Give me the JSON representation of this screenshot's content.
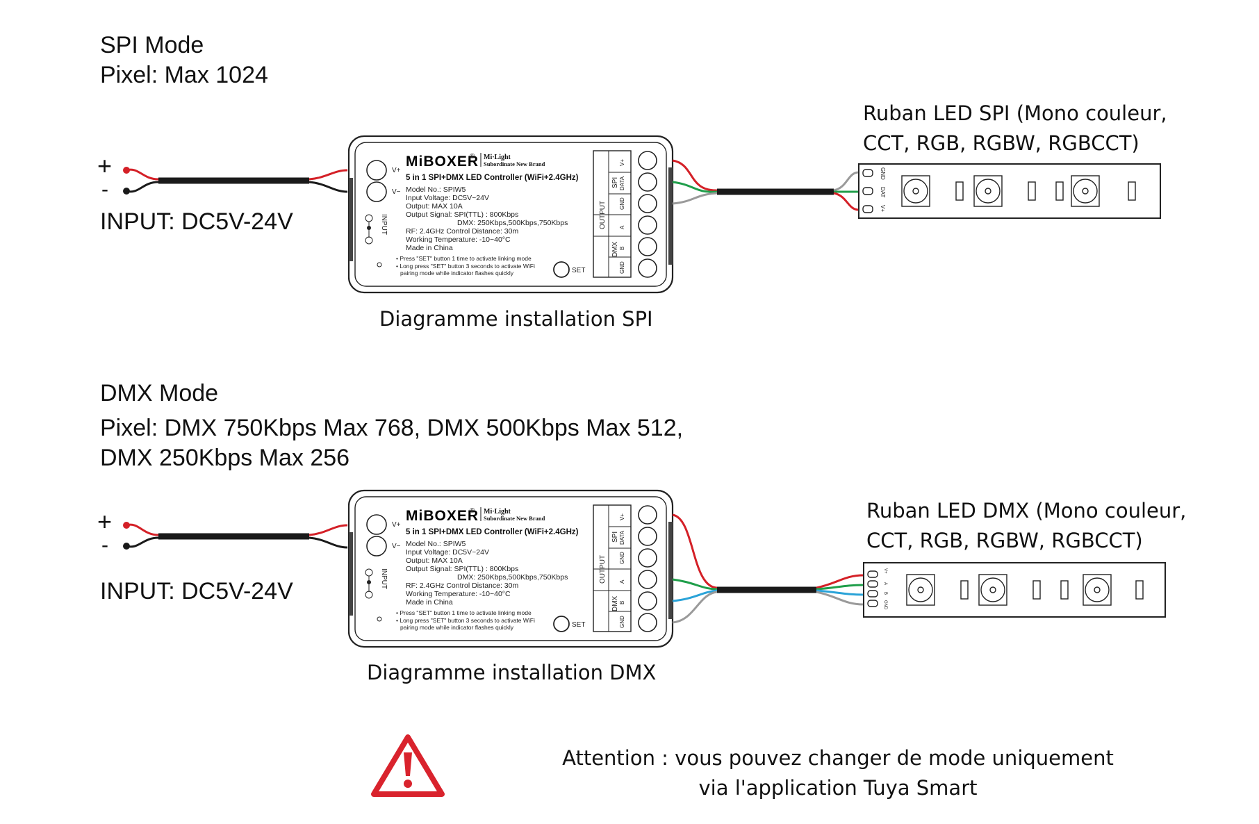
{
  "spi_section": {
    "mode": "SPI Mode",
    "pixel": "Pixel: Max 1024",
    "input": "INPUT: DC5V-24V",
    "plus": "+",
    "minus": "-",
    "strip_label_line1": "Ruban LED SPI (Mono couleur,",
    "strip_label_line2": "CCT, RGB, RGBW, RGBCCT)",
    "caption": "Diagramme installation SPI",
    "strip_pins": [
      "GND",
      "DAT",
      "V+"
    ]
  },
  "dmx_section": {
    "mode": "DMX Mode",
    "pixel_line1": "Pixel: DMX 750Kbps Max 768, DMX 500Kbps Max 512,",
    "pixel_line2": "DMX 250Kbps Max 256",
    "input": "INPUT: DC5V-24V",
    "plus": "+",
    "minus": "-",
    "strip_label_line1": "Ruban LED DMX (Mono couleur,",
    "strip_label_line2": "CCT, RGB, RGBW, RGBCCT)",
    "caption": "Diagramme installation DMX",
    "strip_pins": [
      "V+",
      "A",
      "B",
      "GND"
    ]
  },
  "controller": {
    "brand": "MiBOXER",
    "registered": "®",
    "sub_brand_line1": "Mi·Light",
    "sub_brand_line2": "Subordinate New Brand",
    "product": "5 in 1 SPI+DMX LED Controller (WiFi+2.4GHz)",
    "specs": [
      "Model No.: SPIW5",
      "Input Voltage: DC5V~24V",
      "Output: MAX 10A",
      "Output Signal: SPI(TTL) : 800Kbps",
      "DMX: 250Kbps,500Kbps,750Kbps",
      "RF: 2.4GHz  Control Distance: 30m",
      "Working Temperature: -10~40°C",
      "Made in China"
    ],
    "notes": [
      "Press \"SET\" button 1 time to activate linking mode",
      "Long press \"SET\" button 3 seconds to activate WiFi",
      "pairing mode while indicator flashes quickly"
    ],
    "set_label": "SET",
    "input_label": "INPUT",
    "vplus": "V+",
    "vminus": "V−",
    "output_label": "OUTPUT",
    "spi_label": "SPI",
    "dmx_label": "DMX",
    "terminals": [
      "V+",
      "DATA",
      "GND",
      "A",
      "B",
      "GND"
    ]
  },
  "notice": {
    "line1": "Attention : vous pouvez changer de mode uniquement",
    "line2": "via l'application Tuya Smart"
  },
  "colors": {
    "red_wire": "#d42027",
    "green_wire": "#1f9e4a",
    "blue_wire": "#2aa3d8",
    "grey_wire": "#9a9a9a",
    "cable": "#1a1a1a",
    "warning": "#d9232d"
  }
}
